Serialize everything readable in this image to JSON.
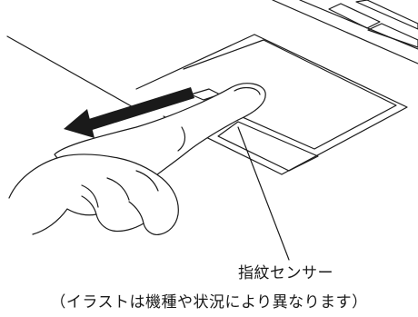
{
  "figure": {
    "callout_label": "指紋センサー",
    "caption": "（イラストは機種や状況により異なります）"
  },
  "colors": {
    "line": "#1a1a1a",
    "arrow": "#1a1a1a",
    "background": "#ffffff"
  },
  "icons": {
    "direction_arrow": "left-swipe-arrow"
  }
}
